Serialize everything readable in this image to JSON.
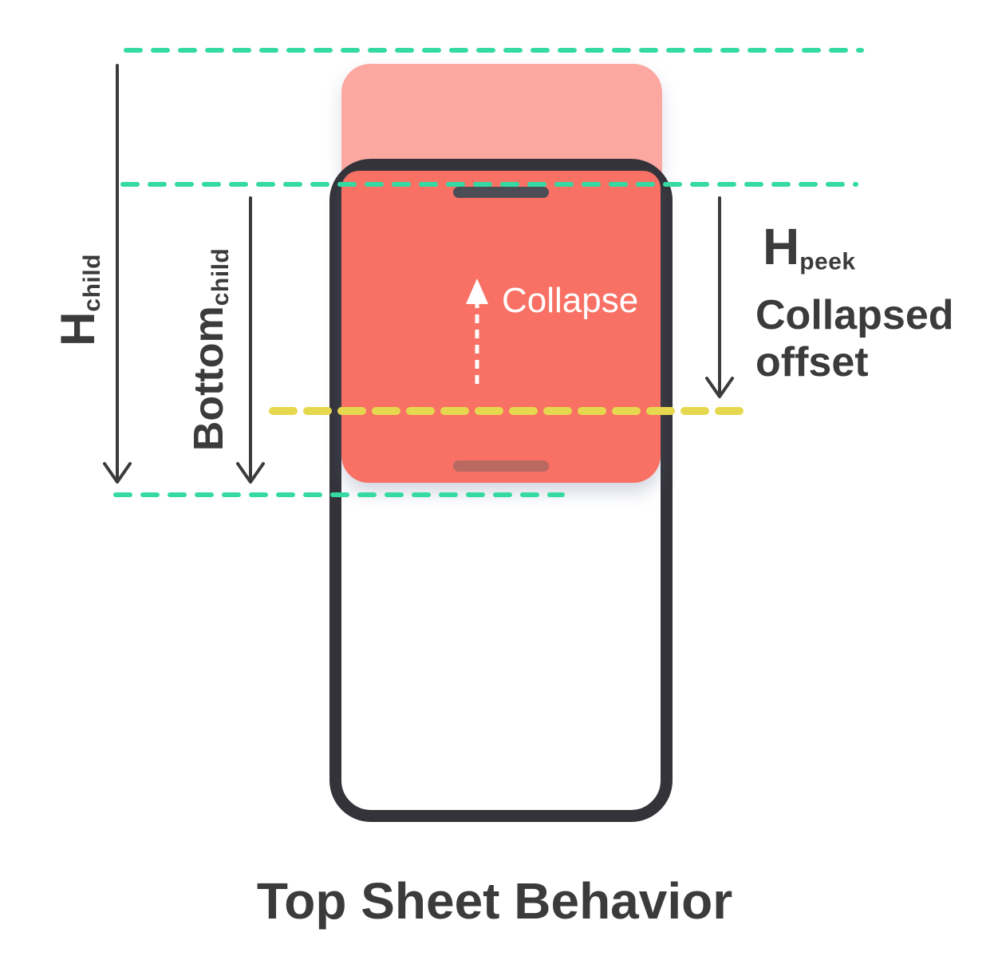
{
  "title": "Top Sheet Behavior",
  "labels": {
    "h_child": {
      "main": "H",
      "sub": "child"
    },
    "bottom_child": {
      "main": "Bottom",
      "sub": "child"
    },
    "h_peek": {
      "main": "H",
      "sub": "peek"
    },
    "collapse": "Collapse",
    "collapsed_offset": "Collapsed offset"
  },
  "colors": {
    "bg": "#ffffff",
    "teal": "#35d9a2",
    "yellow": "#e6d84e",
    "sheet": "#f87164",
    "sheet-ghost": "#fca8a1",
    "frame": "#34333a",
    "handle-top": "#4d4d56",
    "handle-bottom": "#b96862",
    "ink": "#3b3b3b",
    "arrow-white": "#ffffff"
  }
}
